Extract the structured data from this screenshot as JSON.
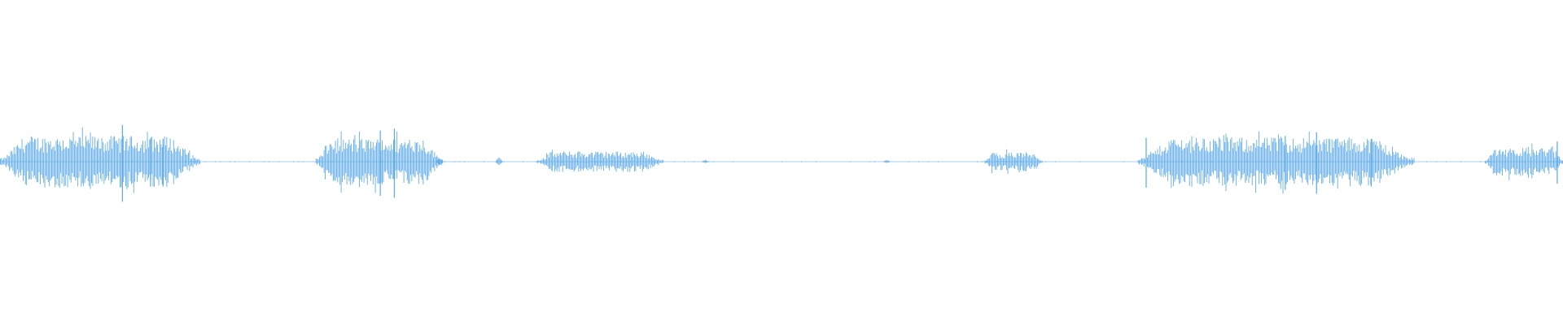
{
  "waveform": {
    "color": "#5aa9e6",
    "background": "#ffffff",
    "segments": [
      {
        "start": 0.0,
        "end": 0.128,
        "amplitude": 0.55
      },
      {
        "start": 0.202,
        "end": 0.283,
        "amplitude": 0.5
      },
      {
        "start": 0.343,
        "end": 0.424,
        "amplitude": 0.22
      },
      {
        "start": 0.63,
        "end": 0.667,
        "amplitude": 0.2
      },
      {
        "start": 0.728,
        "end": 0.905,
        "amplitude": 0.52
      },
      {
        "start": 0.95,
        "end": 1.0,
        "amplitude": 0.3
      }
    ],
    "peaks": [
      {
        "position": 0.078,
        "amplitude": 1.0
      },
      {
        "position": 0.096,
        "amplitude": 0.62
      },
      {
        "position": 0.104,
        "amplitude": 0.62
      },
      {
        "position": 0.243,
        "amplitude": 0.85
      },
      {
        "position": 0.252,
        "amplitude": 0.9
      },
      {
        "position": 0.733,
        "amplitude": 0.65
      },
      {
        "position": 0.822,
        "amplitude": 0.7
      },
      {
        "position": 0.842,
        "amplitude": 0.8
      },
      {
        "position": 0.877,
        "amplitude": 0.62
      },
      {
        "position": 0.996,
        "amplitude": 0.55
      }
    ],
    "blips": [
      {
        "position": 0.281,
        "amplitude": 0.07
      },
      {
        "position": 0.319,
        "amplitude": 0.09
      },
      {
        "position": 0.451,
        "amplitude": 0.03
      },
      {
        "position": 0.567,
        "amplitude": 0.03
      }
    ]
  }
}
